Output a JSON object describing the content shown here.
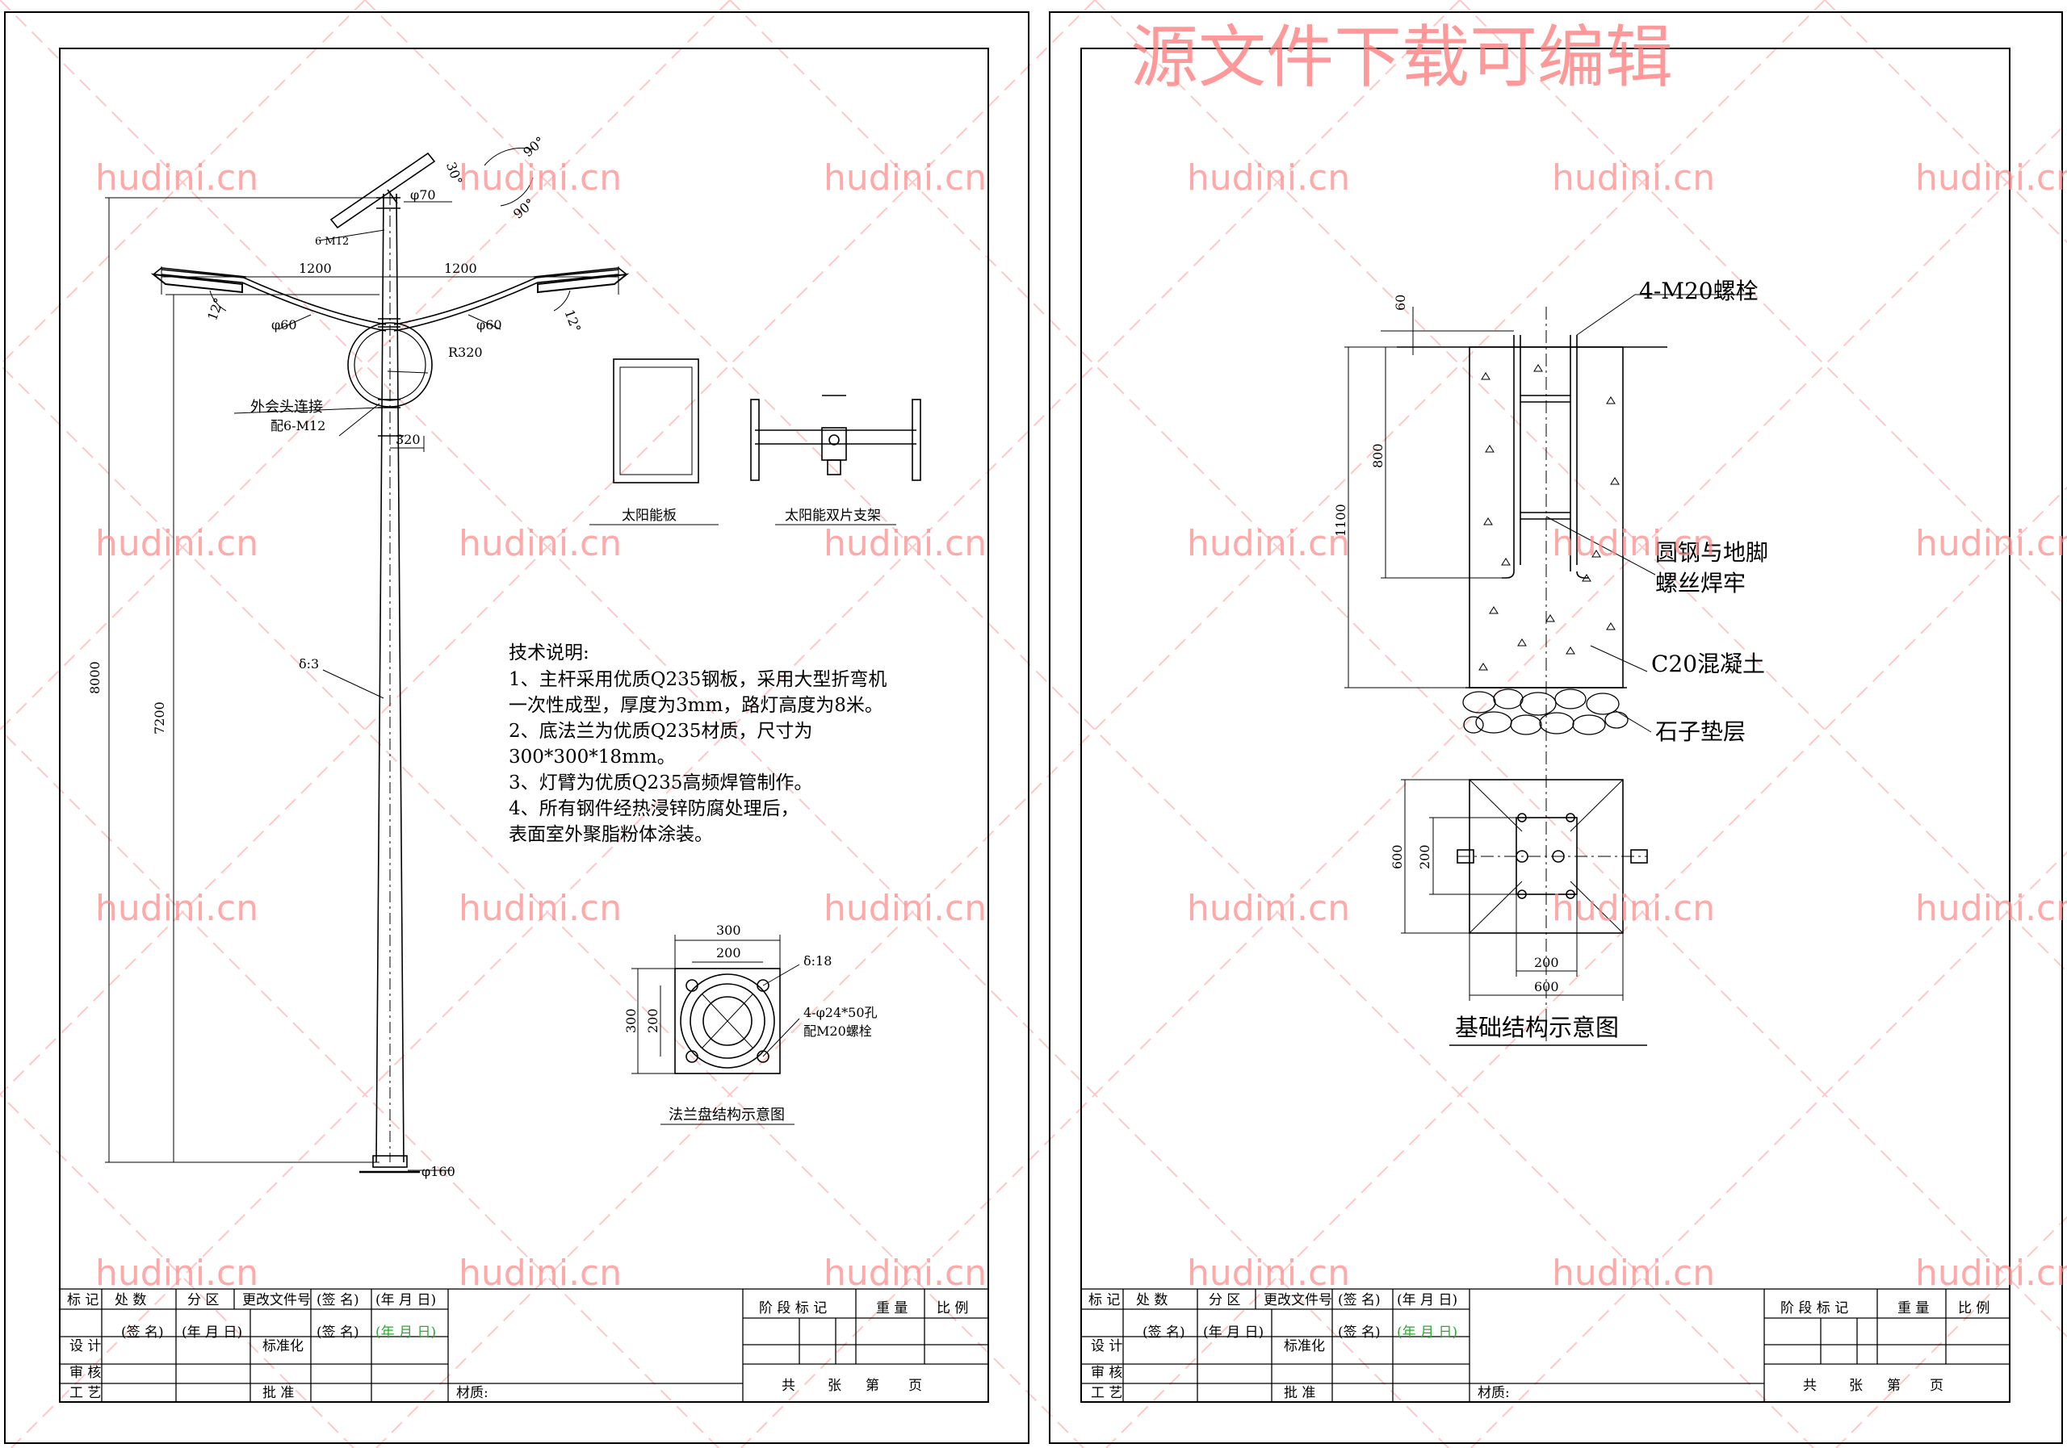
{
  "watermark": {
    "site": "hudini.cn",
    "banner": "源文件下载可编辑",
    "color": "#ff8c8c"
  },
  "pole": {
    "angle_30": "30°",
    "angle_90_top": "90°",
    "angle_90_side": "90°",
    "dia_top": "φ70",
    "bolts_top": "6 M12",
    "arm_left": "1200",
    "arm_right": "1200",
    "tilt_left": "12°",
    "tilt_right": "12°",
    "dia_arm_left": "φ60",
    "dia_arm_right": "φ60",
    "radius": "R320",
    "connect_note": "外会头连接",
    "connect_bolts": "配6-M12",
    "offset": "320",
    "thickness": "δ:3",
    "height_total": "8000",
    "height_light": "7200",
    "dia_base": "φ160"
  },
  "solar": {
    "panel_label": "太阳能板",
    "bracket_label": "太阳能双片支架"
  },
  "tech": {
    "title": "技术说明:",
    "lines": [
      "1、主杆采用优质Q235钢板，采用大型折弯机",
      "一次性成型，厚度为3mm，路灯高度为8米。",
      "2、底法兰为优质Q235材质，尺寸为",
      "300*300*18mm。",
      "3、灯臂为优质Q235高频焊管制作。",
      "4、所有钢件经热浸锌防腐处理后，",
      "表面室外聚脂粉体涂装。"
    ]
  },
  "flange": {
    "dim_300_top": "300",
    "dim_200_top": "200",
    "dim_300_side": "300",
    "dim_200_side": "200",
    "thickness": "δ:18",
    "holes": "4-φ24*50孔",
    "bolts": "配M20螺栓",
    "caption": "法兰盘结构示意图"
  },
  "foundation": {
    "bolt_label": "4-M20螺栓",
    "dim_60": "60",
    "dim_800": "800",
    "dim_1100": "1100",
    "weld_line1": "圆钢与地脚",
    "weld_line2": "螺丝焊牢",
    "concrete": "C20混凝土",
    "gravel": "石子垫层",
    "plan_600_side": "600",
    "plan_200_side": "200",
    "plan_200_bottom": "200",
    "plan_600_bottom": "600",
    "caption": "基础结构示意图"
  },
  "title_block": {
    "mark": "标 记",
    "count": "处 数",
    "zone": "分 区",
    "change_doc": "更改文件号",
    "sign": "(签 名)",
    "date": "(年 月 日)",
    "design": "设 计",
    "standard": "标准化",
    "review": "审 核",
    "process": "工 艺",
    "approve": "批 准",
    "material": "材质:",
    "stage_mark": "阶 段 标 记",
    "weight": "重 量",
    "scale": "比 例",
    "total": "共",
    "sheets": "张",
    "page_no": "第",
    "page": "页"
  }
}
